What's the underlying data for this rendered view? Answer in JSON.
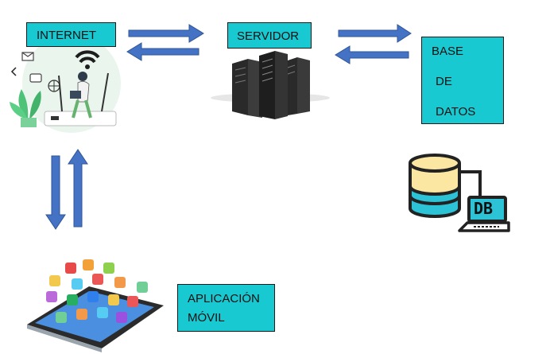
{
  "nodes": {
    "internet": {
      "label": "INTERNET"
    },
    "servidor": {
      "label": "SERVIDOR"
    },
    "base_datos": {
      "line1": "BASE",
      "line2": "DE",
      "line3": "DATOS"
    },
    "app": {
      "line1": "APLICACIÓN",
      "line2": "MÓVIL"
    }
  },
  "db_icon": {
    "text": "DB"
  },
  "colors": {
    "box_fill": "#19c9d2",
    "arrow_fill": "#4472c4",
    "arrow_stroke": "#2f5597",
    "db_yellow": "#fbe7a1",
    "db_cyan": "#2dc3d6"
  }
}
